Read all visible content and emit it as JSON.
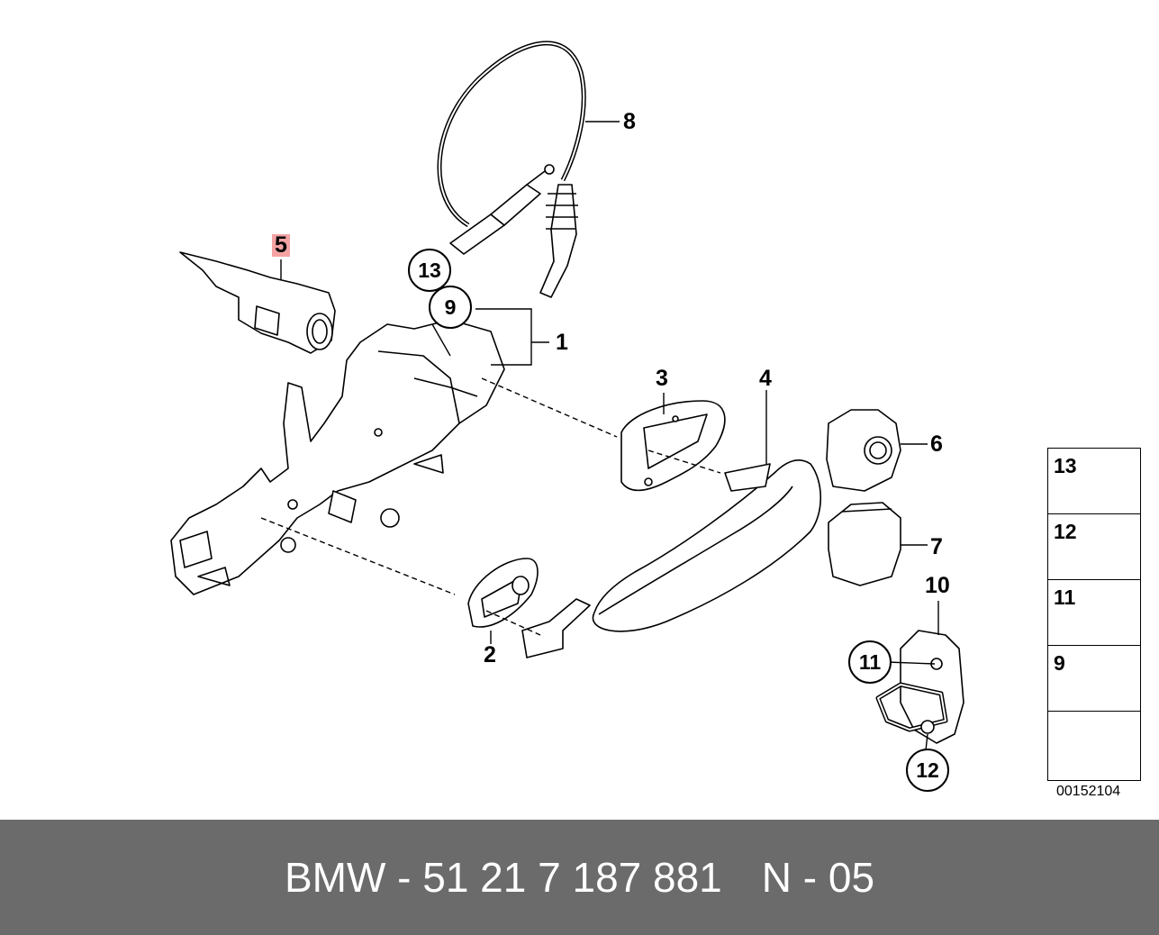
{
  "callouts": {
    "c1": "1",
    "c2": "2",
    "c3": "3",
    "c4": "4",
    "c5": "5",
    "c6": "6",
    "c7": "7",
    "c8": "8",
    "c9": "9",
    "c10": "10",
    "c11": "11",
    "c12": "12",
    "c13": "13"
  },
  "legend_panel": {
    "items": [
      "13",
      "12",
      "11",
      "9"
    ]
  },
  "reference_number": "00152104",
  "footer": {
    "part": "BMW - 51 21 7 187 881",
    "page": "N - 05"
  },
  "colors": {
    "footer_bg": "#6b6b6b",
    "highlight": "#f4a3a3"
  }
}
